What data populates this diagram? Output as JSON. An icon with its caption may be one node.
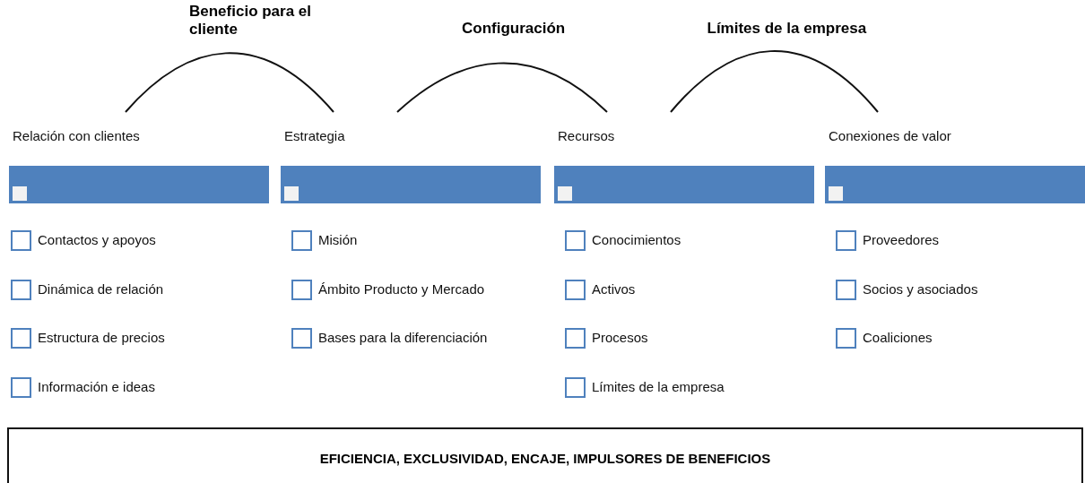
{
  "diagram": {
    "nodes": [
      {
        "text": [
          "Relación con clientes"
        ]
      },
      {
        "text": [
          "Contactos y apoyos"
        ]
      },
      {
        "text": [
          "Dinámica de relación"
        ]
      },
      {
        "text": [
          "Estructura  de precios"
        ]
      },
      {
        "text": [
          "Información  e ideas"
        ]
      },
      {
        "text": [
          "Estrategia"
        ]
      },
      {
        "text": [
          "Misión"
        ]
      },
      {
        "text": [
          "Ámbito Producto y Mercado"
        ]
      },
      {
        "text": [
          "Bases para la diferenciación"
        ]
      },
      {
        "text": [
          "Recursos"
        ]
      },
      {
        "text": [
          "Conocimientos"
        ]
      },
      {
        "text": [
          "Activos"
        ]
      },
      {
        "text": [
          "Procesos"
        ]
      },
      {
        "text": [
          "Límites de la empresa"
        ]
      },
      {
        "text": [
          "Conexiones de valor"
        ]
      },
      {
        "text": [
          "Proveedores"
        ]
      },
      {
        "text": [
          "Socios y asociados"
        ]
      },
      {
        "text": [
          "Coaliciones"
        ]
      },
      {
        "text": [
          "EFICIENCIA, EXCLUSIVIDAD, ENCAJE, IMPULSORES DE BENEFICIOS"
        ]
      }
    ],
    "edges": [
      {
        "from": 0,
        "to": 5,
        "arrow": "none",
        "label": "Beneficio para el cliente"
      },
      {
        "from": 5,
        "to": 9,
        "arrow": "none",
        "label": "Configuración"
      },
      {
        "from": 9,
        "to": 14,
        "arrow": "none",
        "label": "Límites de la empresa"
      }
    ]
  }
}
